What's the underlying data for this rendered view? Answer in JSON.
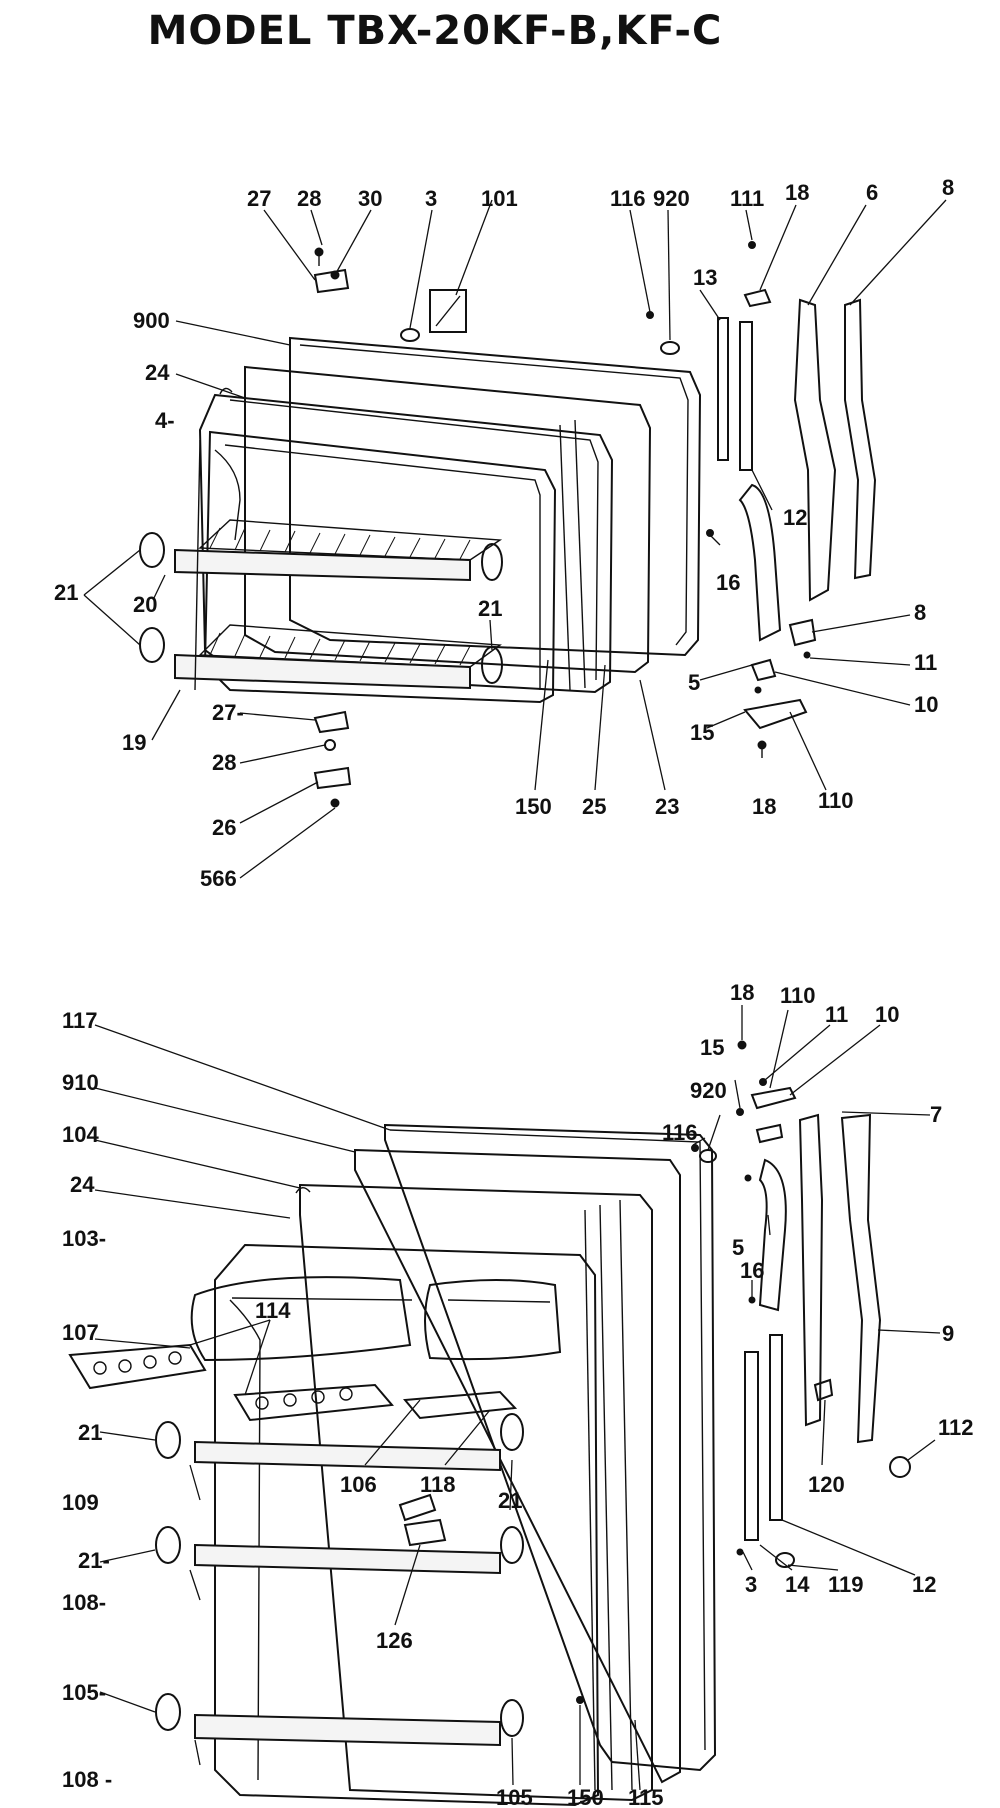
{
  "title": "MODEL TBX-20KF-B,KF-C",
  "freezer_door_labels": {
    "p27a": "27",
    "p28a": "28",
    "p30": "30",
    "p3a": "3",
    "p101": "101",
    "p116a": "116",
    "p920": "920",
    "p111": "111",
    "p18a": "18",
    "p6": "6",
    "p8a": "8",
    "p900": "900",
    "p24a": "24",
    "p4": "4-",
    "p13": "13",
    "p12a": "12",
    "p16a": "16",
    "p21a": "21",
    "p20": "20",
    "p21b": "21",
    "p8b": "8",
    "p11a": "11",
    "p10a": "10",
    "p5a": "5",
    "p15a": "15",
    "p19": "19",
    "p27b": "27-",
    "p28b": "28",
    "p26": "26",
    "p566": "566",
    "p150a": "150",
    "p25": "25",
    "p23": "23",
    "p18b": "18",
    "p110a": "110"
  },
  "fresh_food_door_labels": {
    "p18c": "18",
    "p110b": "110",
    "p11b": "11",
    "p10b": "10",
    "p15b": "15",
    "p117": "117",
    "p920b": "920",
    "p116b": "116",
    "p7": "7",
    "p910": "910",
    "p104": "104",
    "p24b": "24",
    "p103": "103-",
    "p5b": "5",
    "p16b": "16",
    "p107": "107",
    "p114": "114",
    "p9": "9",
    "p21c": "21",
    "p112": "112",
    "p109": "109",
    "p106": "106",
    "p118": "118",
    "p21d": "21",
    "p120": "120",
    "p21e": "21-",
    "p3b": "3",
    "p14": "14",
    "p119": "119",
    "p12b": "12",
    "p108a": "108-",
    "p126": "126",
    "p105a": "105-",
    "p108b": "108 -",
    "p105b": "105",
    "p150b": "150",
    "p115": "115"
  }
}
